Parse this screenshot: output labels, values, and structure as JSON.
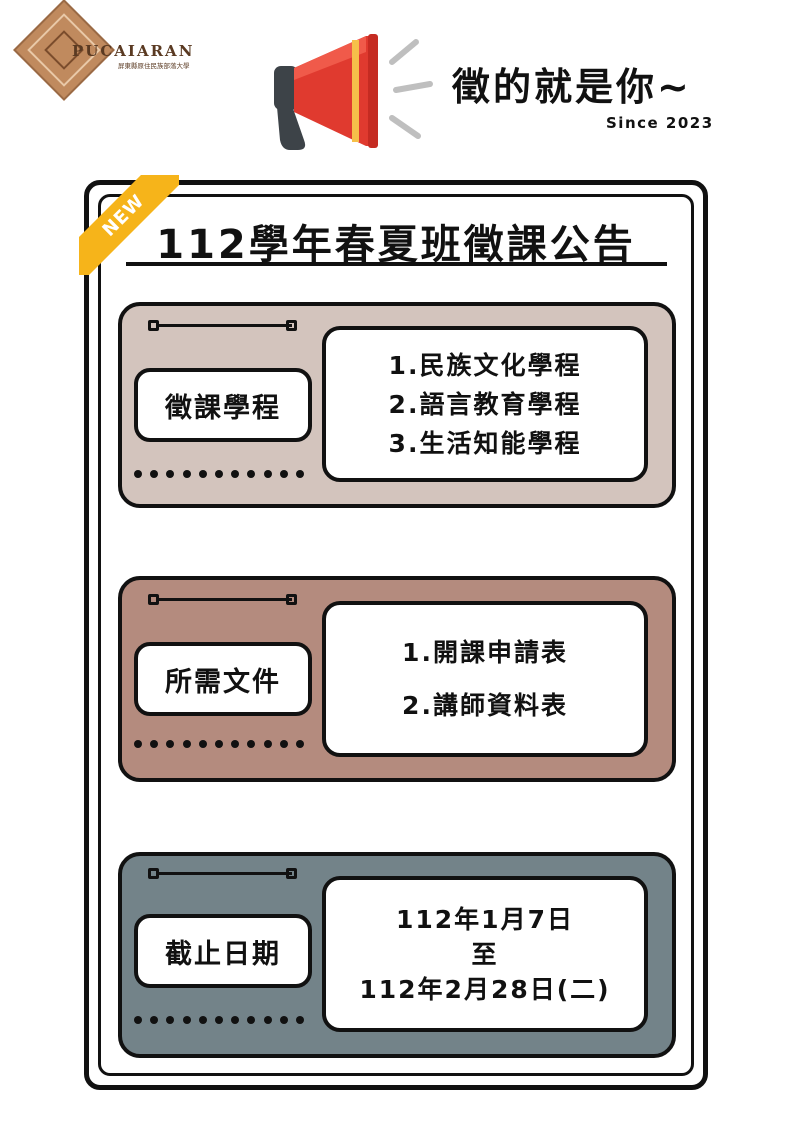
{
  "logo": {
    "name": "PUCAIARAN",
    "subtitle": "屏東縣原住民族部落大學"
  },
  "header": {
    "headline": "徵的就是你~",
    "since": "Since 2023"
  },
  "badge": {
    "label": "NEW"
  },
  "poster": {
    "title": "112學年春夏班徵課公告",
    "sections": [
      {
        "label": "徵課學程",
        "lines": [
          "1.民族文化學程",
          "2.語言教育學程",
          "3.生活知能學程"
        ]
      },
      {
        "label": "所需文件",
        "lines": [
          "1.開課申請表",
          "2.講師資料表"
        ]
      },
      {
        "label": "截止日期",
        "lines": [
          "112年1月7日",
          "至",
          "112年2月28日(二)"
        ]
      }
    ]
  },
  "colors": {
    "panel_1": "#d3c4bd",
    "panel_2": "#b48b7e",
    "panel_3": "#738389",
    "badge": "#f6b41a",
    "megaphone": "#e03a2f"
  },
  "icons": [
    "megaphone-icon",
    "logo-diamond-icon"
  ]
}
